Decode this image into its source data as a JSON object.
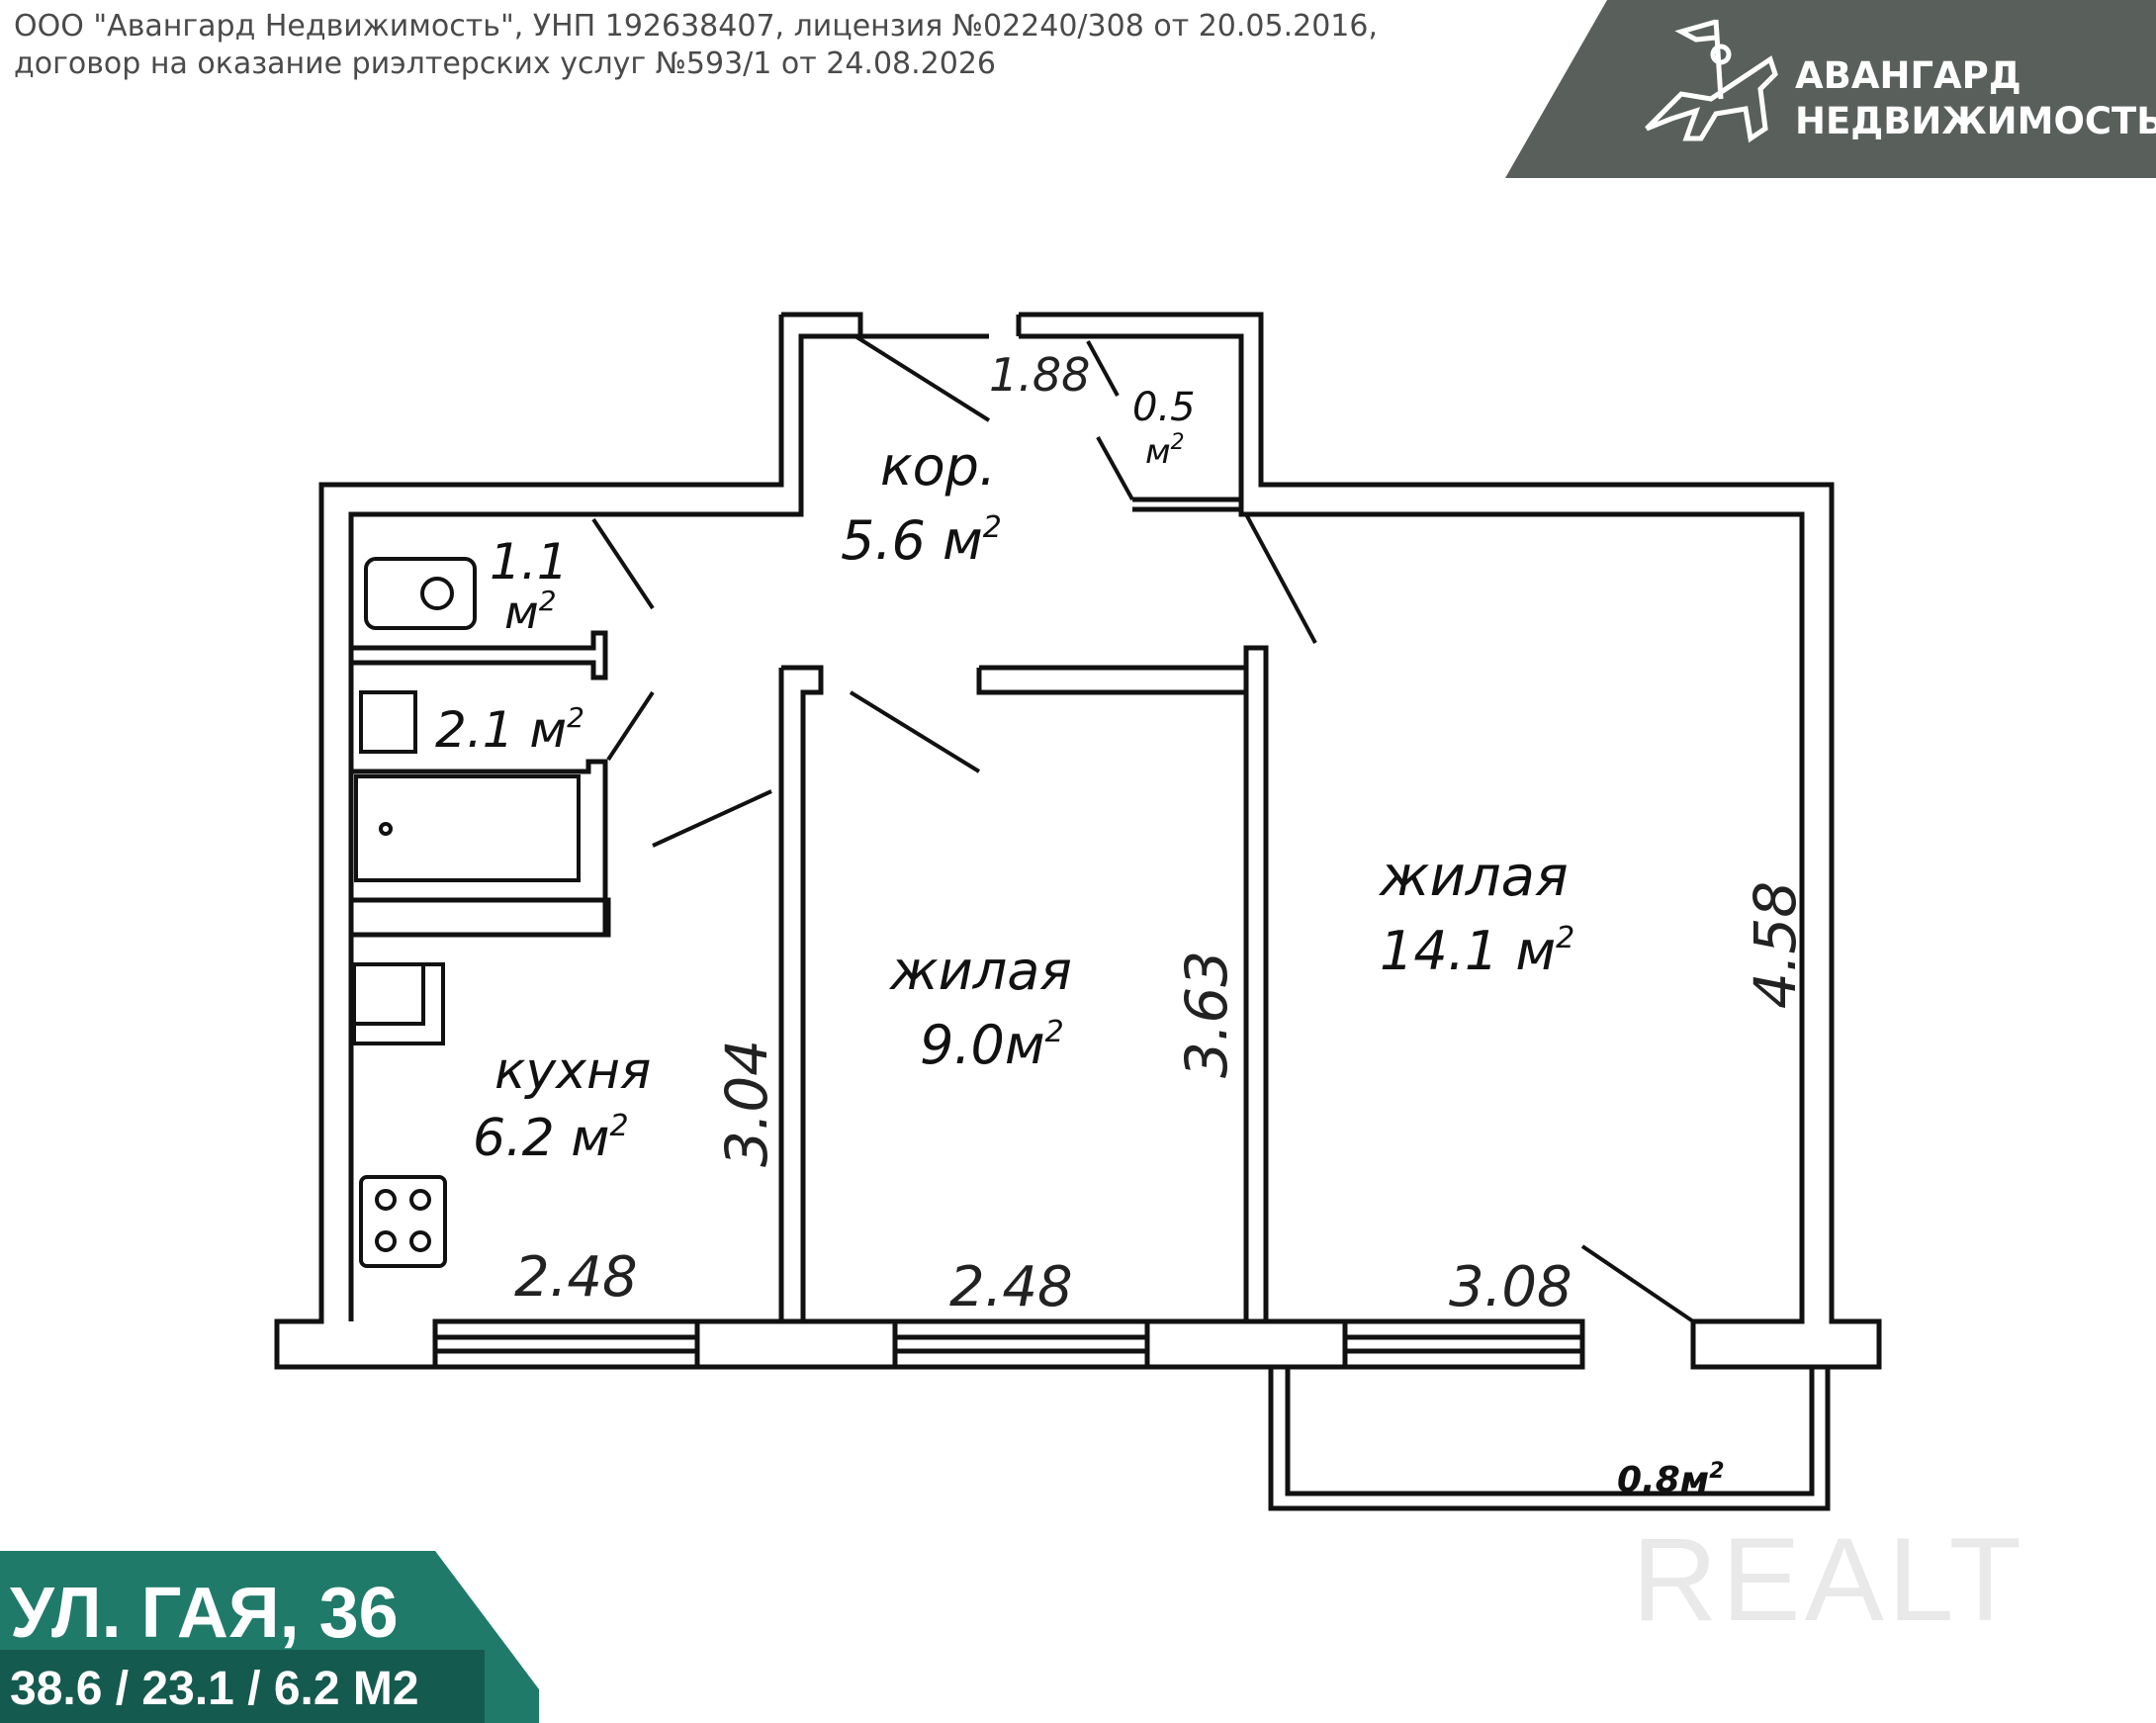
{
  "header": {
    "license_line1": "ООО \"Авангард Недвижимость\", УНП 192638407, лицензия №02240/308 от 20.05.2016,",
    "license_line2": "договор на оказание риэлтерских услуг №593/1 от 24.08.2026"
  },
  "logo": {
    "line1": "АВАНГАРД",
    "line2": "НЕДВИЖИМОСТЬ",
    "bg_color": "#59605c",
    "icon": "knight-on-horse-icon"
  },
  "rooms": {
    "corridor_name": "кор.",
    "corridor_area": "5.6  м",
    "closet_area": "0.5",
    "closet_unit": "м",
    "wc_area": "1.1",
    "wc_unit": "м",
    "bath_area": "2.1  м",
    "kitchen_name": "кухня",
    "kitchen_area": "6.2  м",
    "living1_name": "жилая",
    "living1_area": "9.0м",
    "living2_name": "жилая",
    "living2_area": "14.1   м",
    "balcony_area": "0.8м",
    "sup": "2"
  },
  "dimensions": {
    "top_corridor": "1.88",
    "kitchen_height": "3.04",
    "living1_height": "3.63",
    "living2_height": "4.58",
    "kitchen_width": "2.48",
    "living1_width": "2.48",
    "living2_width": "3.08"
  },
  "badge": {
    "address": "УЛ. ГАЯ, 36",
    "areas": "38.6 / 23.1 / 6.2 М2",
    "color": "#1f7a6a"
  },
  "watermark": "REALT"
}
